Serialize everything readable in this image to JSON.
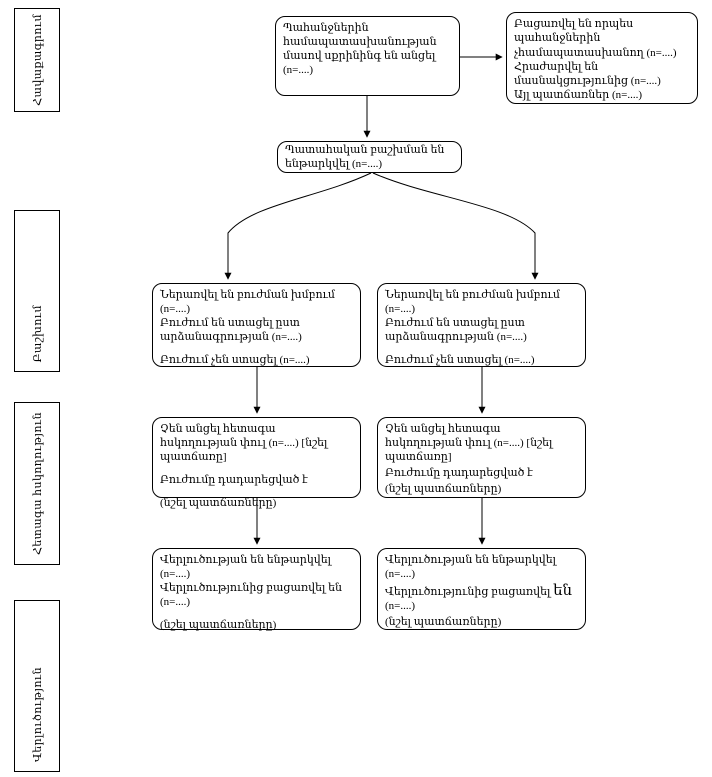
{
  "diagram": {
    "kind": "consort-flowchart",
    "language": "Armenian",
    "ink_color": "#000000",
    "background_color": "#ffffff"
  },
  "stages": [
    {
      "id": "enrollment",
      "label": "Հավաքագրում"
    },
    {
      "id": "allocation",
      "label": "Բաշխում"
    },
    {
      "id": "followup",
      "label": "Հետագա հսկողություն"
    },
    {
      "id": "analysis",
      "label": "Վերլուծություն"
    }
  ],
  "boxes": {
    "screening": {
      "text": "Պահանջներին համապատասխանության մասով սքրինինգ են անցել (n=....)"
    },
    "excluded": {
      "items": [
        "Բացառվել են որպես պահանջներին չհամապատասխանող (n=....)",
        "Հրաժարվել են մասնակցությունից (n=....)",
        "Այլ պատճառներ (n=....)"
      ]
    },
    "randomized": {
      "text": "Պատահական բաշխման են ենթարկվել (n=....)"
    },
    "allocation_left": {
      "included": "Ներառվել են բուժման խմբում (n=....)",
      "received": "Բուժում են ստացել ըստ արձանագրության (n=....)",
      "not_received": "Բուժում չեն ստացել (n=....)"
    },
    "allocation_right": {
      "included": "Ներառվել են բուժման խմբում (n=....)",
      "received": "Բուժում են ստացել ըստ արձանագրության (n=....)",
      "not_received": "Բուժում չեն ստացել (n=....)"
    },
    "followup_left": {
      "lost": "Չեն անցել հետագա հսկողության փուլ (n=....) [նշել պատճառը]",
      "discontinued": "Բուժումը դադարեցված է",
      "reasons": "(նշել պատճառները)"
    },
    "followup_right": {
      "lost": "Չեն անցել հետագա հսկողության փուլ (n=....) [նշել պատճառը]",
      "discontinued": "Բուժումը դադարեցված է",
      "reasons": "(նշել պատճառները)"
    },
    "analysis_left": {
      "analyzed": "Վերլուծության են ենթարկվել (n=....)",
      "excluded": "Վերլուծությունից բացառվել են (n=....)",
      "reasons": "(նշել պատճառները)"
    },
    "analysis_right": {
      "analyzed": "Վերլուծության են ենթարկվել (n=....)",
      "excluded_prefix": "Վերլուծությունից բացառվել ",
      "excluded_emphasis": "են",
      "excluded_suffix": " (n=....)",
      "reasons": "(նշել պատճառները)"
    }
  },
  "edges": [
    {
      "from": "screening",
      "to": "randomized"
    },
    {
      "from": "screening",
      "to": "excluded"
    },
    {
      "from": "randomized",
      "to": "allocation_left"
    },
    {
      "from": "randomized",
      "to": "allocation_right"
    },
    {
      "from": "allocation_left",
      "to": "followup_left"
    },
    {
      "from": "allocation_right",
      "to": "followup_right"
    },
    {
      "from": "followup_left",
      "to": "analysis_left"
    },
    {
      "from": "followup_right",
      "to": "analysis_right"
    }
  ]
}
